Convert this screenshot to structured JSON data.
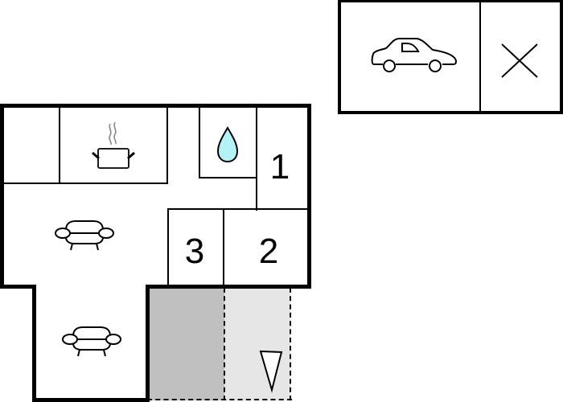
{
  "floorplan": {
    "garage": {
      "icon": "car-icon",
      "adjacent_icon": "cross-icon"
    },
    "rooms": [
      {
        "id": "kitchen",
        "icon": "cooking-pot-icon"
      },
      {
        "id": "bathroom",
        "icon": "water-drop-icon",
        "icon_color": "#b3f2f7"
      },
      {
        "id": "bedroom-1",
        "label": "1"
      },
      {
        "id": "bedroom-2",
        "label": "2"
      },
      {
        "id": "bedroom-3",
        "label": "3"
      },
      {
        "id": "living-room",
        "icon": "armchair-icon"
      },
      {
        "id": "living-room-2",
        "icon": "armchair-icon"
      },
      {
        "id": "covered-terrace",
        "fill": "#c0c0c0"
      },
      {
        "id": "open-terrace",
        "fill": "#e6e6e6",
        "icon": "compass-triangle-icon"
      }
    ]
  }
}
